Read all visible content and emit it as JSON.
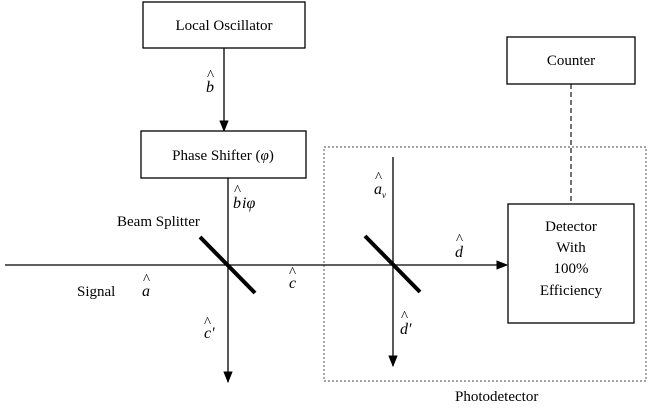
{
  "blocks": {
    "local_oscillator": "Local Oscillator",
    "phase_shifter": "Phase Shifter (",
    "phase_shifter_symbol": "φ",
    "phase_shifter_close": ")",
    "counter": "Counter",
    "detector_line1": "Detector",
    "detector_line2": "With",
    "detector_line3": "100%",
    "detector_line4": "Efficiency"
  },
  "labels": {
    "beam_splitter": "Beam Splitter",
    "signal": "Signal",
    "photodetector": "Photodetector"
  },
  "operators": {
    "hat": "^",
    "b": "b",
    "phase_base": "b",
    "phase_exp": "iφ",
    "c": "c",
    "c_prime": "c′",
    "a": "a",
    "a_v": "a",
    "a_v_sub": "v",
    "d": "d",
    "d_prime": "d′"
  }
}
